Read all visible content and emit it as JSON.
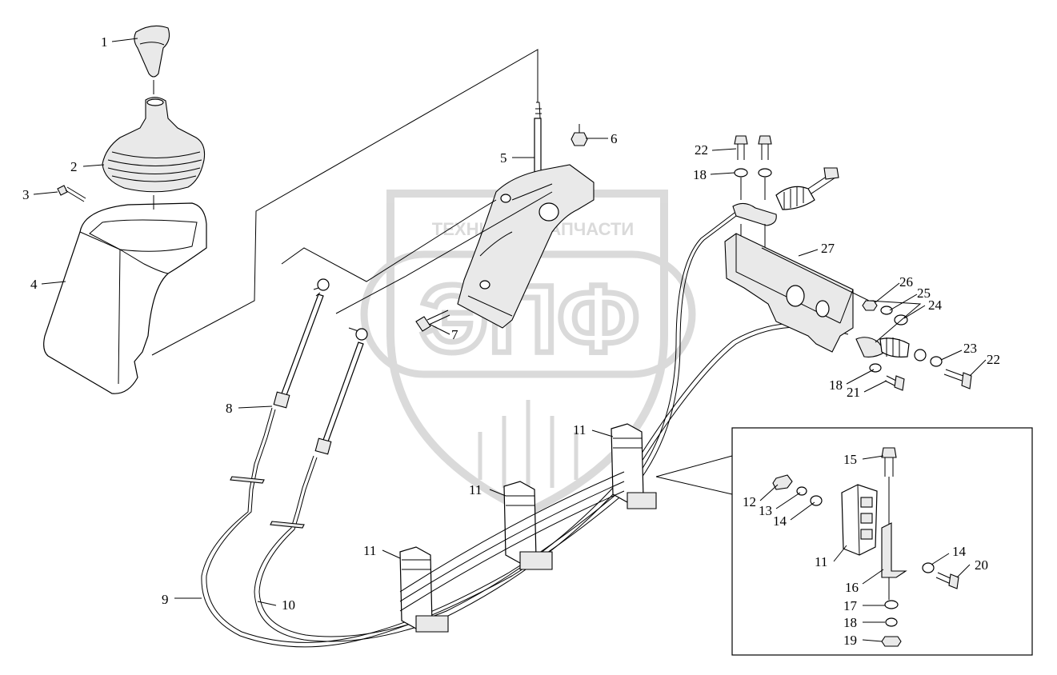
{
  "watermark": {
    "top_text": "ТЕХНИКА И ЗАПЧАСТИ",
    "logo_text": "ЭПФ",
    "color": "#c8c8c8"
  },
  "callouts": {
    "c1": "1",
    "c2": "2",
    "c3": "3",
    "c4": "4",
    "c5": "5",
    "c6": "6",
    "c7": "7",
    "c8": "8",
    "c9": "9",
    "c10": "10",
    "c11a": "11",
    "c11b": "11",
    "c11c": "11",
    "c11d": "11",
    "c12": "12",
    "c13": "13",
    "c14a": "14",
    "c14b": "14",
    "c15": "15",
    "c16": "16",
    "c17": "17",
    "c18a": "18",
    "c18b": "18",
    "c18c": "18",
    "c19": "19",
    "c20": "20",
    "c21": "21",
    "c22a": "22",
    "c22b": "22",
    "c23": "23",
    "c24": "24",
    "c25": "25",
    "c26": "26",
    "c27": "27"
  }
}
